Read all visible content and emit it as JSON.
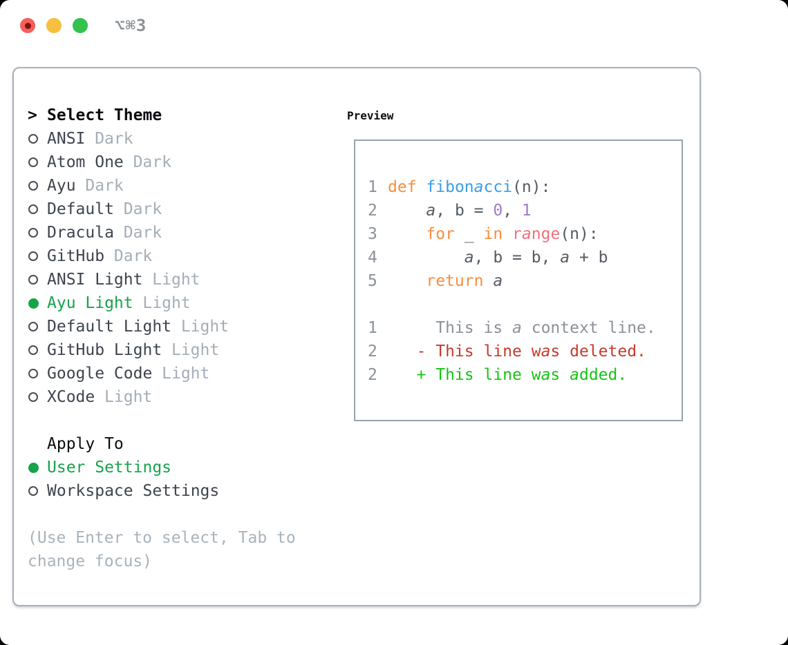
{
  "window": {
    "title": "⌥⌘3"
  },
  "traffic_lights": {
    "close": "#F4605A",
    "minimize": "#F7BE3F",
    "zoom": "#33C24C"
  },
  "theme_list": {
    "header_marker": ">",
    "header": "Select Theme",
    "items": [
      {
        "name": "ANSI",
        "variant": "Dark",
        "selected": false
      },
      {
        "name": "Atom One",
        "variant": "Dark",
        "selected": false
      },
      {
        "name": "Ayu",
        "variant": "Dark",
        "selected": false
      },
      {
        "name": "Default",
        "variant": "Dark",
        "selected": false
      },
      {
        "name": "Dracula",
        "variant": "Dark",
        "selected": false
      },
      {
        "name": "GitHub",
        "variant": "Dark",
        "selected": false
      },
      {
        "name": "ANSI Light",
        "variant": "Light",
        "selected": false
      },
      {
        "name": "Ayu Light",
        "variant": "Light",
        "selected": true
      },
      {
        "name": "Default Light",
        "variant": "Light",
        "selected": false
      },
      {
        "name": "GitHub Light",
        "variant": "Light",
        "selected": false
      },
      {
        "name": "Google Code",
        "variant": "Light",
        "selected": false
      },
      {
        "name": "XCode",
        "variant": "Light",
        "selected": false
      }
    ]
  },
  "apply_to": {
    "header": "Apply To",
    "options": [
      {
        "label": "User Settings",
        "selected": true
      },
      {
        "label": "Workspace Settings",
        "selected": false
      }
    ]
  },
  "help_lines": [
    "(Use Enter to select, Tab to",
    "change focus)"
  ],
  "preview": {
    "header": "Preview",
    "lines": [
      {
        "n": "1",
        "tokens": [
          [
            "def",
            "kw"
          ],
          [
            " ",
            "fg"
          ],
          [
            "fibonacci",
            "fn"
          ],
          [
            "(n):",
            "fg"
          ]
        ]
      },
      {
        "n": "2",
        "tokens": [
          [
            "    a, b = ",
            "fg"
          ],
          [
            "0",
            "num"
          ],
          [
            ", ",
            "fg"
          ],
          [
            "1",
            "num"
          ]
        ]
      },
      {
        "n": "3",
        "tokens": [
          [
            "    ",
            "fg"
          ],
          [
            "for",
            "kw"
          ],
          [
            " _ ",
            "fg"
          ],
          [
            "in",
            "kw"
          ],
          [
            " ",
            "fg"
          ],
          [
            "range",
            "call"
          ],
          [
            "(n):",
            "fg"
          ]
        ]
      },
      {
        "n": "4",
        "tokens": [
          [
            "        a, b = b, a + b",
            "fg"
          ]
        ]
      },
      {
        "n": "5",
        "tokens": [
          [
            "    ",
            "fg"
          ],
          [
            "return",
            "kw"
          ],
          [
            " a",
            "fg"
          ]
        ]
      },
      {
        "n": "",
        "tokens": []
      },
      {
        "n": "1",
        "tokens": [
          [
            "     This is a context line.",
            "ctx"
          ]
        ]
      },
      {
        "n": "2",
        "tokens": [
          [
            "   - This line was deleted.",
            "del"
          ]
        ]
      },
      {
        "n": "2",
        "tokens": [
          [
            "   + This line was added.",
            "add"
          ]
        ]
      }
    ]
  },
  "colors": {
    "keyword": "#FA8D3E",
    "function": "#3B9EE5",
    "call": "#F0717B",
    "number": "#A37ACC",
    "code_fg": "#545B63",
    "line_number": "#8A9199",
    "context": "#8C9199",
    "deleted": "#C63B2A",
    "added": "#16C316",
    "selected_green": "#16A34A",
    "item_fg": "#3E444D",
    "variant_fg": "#A4ADB7",
    "muted": "#A9B2BB",
    "border": "#A9B0B8",
    "preview_border": "#99A2AB",
    "title_fg": "#8C9299",
    "header_fg": "#0B0D10",
    "light_red": "#F4605A",
    "light_red_dot": "#7D120E",
    "light_yellow": "#F7BE3F",
    "light_green": "#33C24C"
  }
}
